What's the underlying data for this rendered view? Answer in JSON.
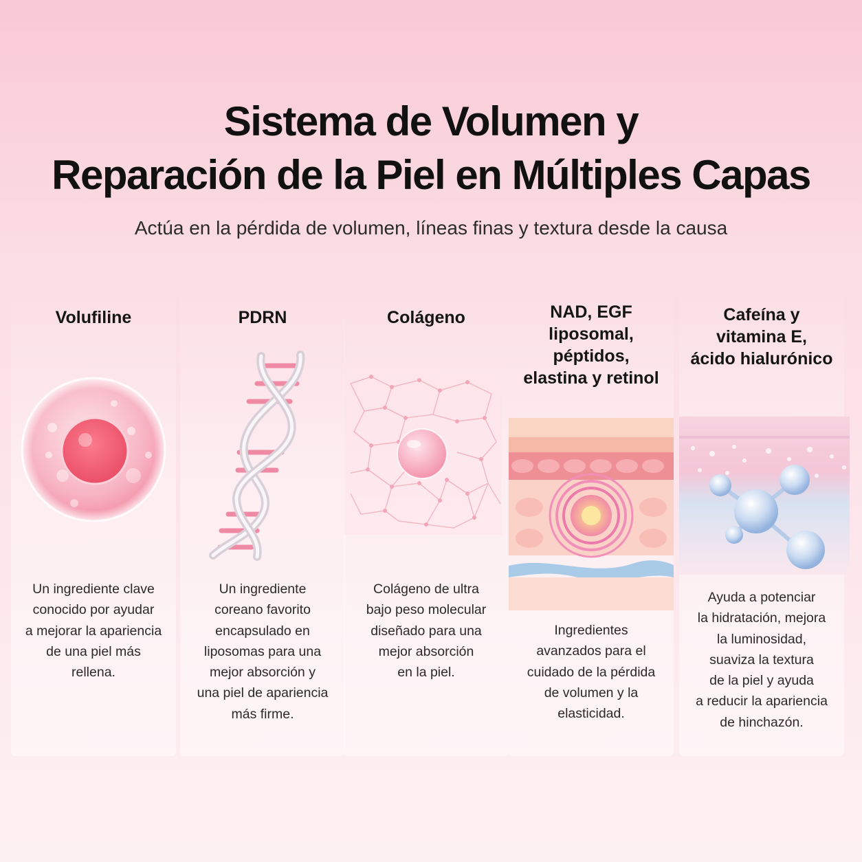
{
  "header": {
    "title_line1": "Sistema de Volumen y",
    "title_line2": "Reparación de la Piel en Múltiples Capas",
    "subtitle": "Actúa en la pérdida de volumen, líneas finas y textura desde la causa"
  },
  "columns": [
    {
      "title_lines": [
        "Volufiline"
      ],
      "text_lines": [
        "Un ingrediente clave",
        "conocido por ayudar",
        "a mejorar la apariencia",
        "de una piel más",
        "rellena."
      ],
      "icon": "cell-sphere-icon"
    },
    {
      "title_lines": [
        "PDRN"
      ],
      "text_lines": [
        "Un ingrediente",
        "coreano favorito",
        "encapsulado en",
        "liposomas para una",
        "mejor absorción y",
        "una piel de apariencia",
        "más firme."
      ],
      "icon": "dna-helix-icon"
    },
    {
      "title_lines": [
        "Colágeno"
      ],
      "text_lines": [
        "Colágeno de ultra",
        "bajo peso molecular",
        "diseñado para una",
        "mejor absorción",
        "en la piel."
      ],
      "icon": "collagen-network-icon"
    },
    {
      "title_lines": [
        "NAD, EGF",
        "liposomal,",
        "péptidos,",
        "elastina y retinol"
      ],
      "text_lines": [
        "Ingredientes",
        "avanzados para el",
        "cuidado de la pérdida",
        "de volumen y la",
        "elasticidad."
      ],
      "icon": "skin-layers-icon"
    },
    {
      "title_lines": [
        "Cafeína y",
        "vitamina E,",
        "ácido hialurónico"
      ],
      "text_lines": [
        "Ayuda a potenciar",
        "la hidratación, mejora",
        "la luminosidad,",
        "suaviza la textura",
        "de la piel y ayuda",
        "a reducir la apariencia",
        "de hinchazón."
      ],
      "icon": "molecule-icon"
    }
  ],
  "colors": {
    "accent_pink": "#f07f98",
    "soft_pink": "#f9c9d5",
    "molecule_blue": "#a9c4e6"
  }
}
